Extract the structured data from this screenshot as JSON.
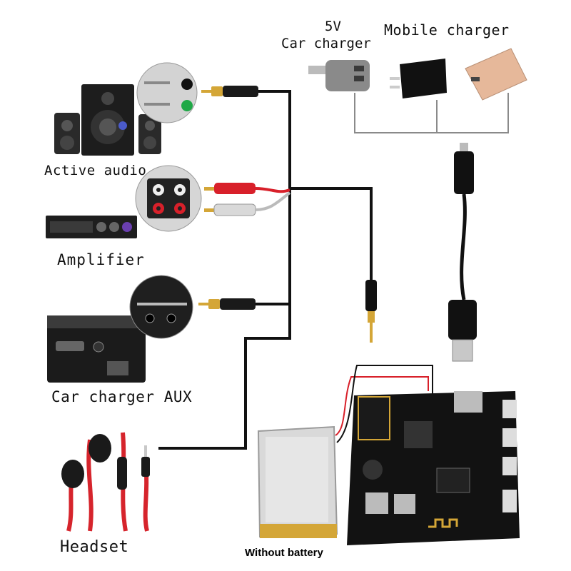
{
  "labels": {
    "active_audio": "Active audio",
    "amplifier": "Amplifier",
    "car_charger_aux": "Car charger AUX",
    "headset": "Headset",
    "five_v": "5V",
    "car_charger": "Car charger",
    "mobile_charger": "Mobile charger",
    "without_battery": "Without battery"
  },
  "icons": [
    "speaker-system-icon",
    "audio-jack-panel-icon",
    "rca-panel-icon",
    "amplifier-icon",
    "car-stereo-icon",
    "aux-panel-icon",
    "earphones-icon",
    "car-charger-icon",
    "wall-charger-icon",
    "power-bank-icon",
    "usb-cable-icon",
    "battery-icon",
    "receiver-board-icon"
  ],
  "colors": {
    "wire": "#111111",
    "rca_red": "#d8202a",
    "rca_white": "#d9d9d9",
    "headset_red": "#d6242c",
    "gold": "#d4a637",
    "battery": "#d9d9d9",
    "board": "#121212"
  }
}
